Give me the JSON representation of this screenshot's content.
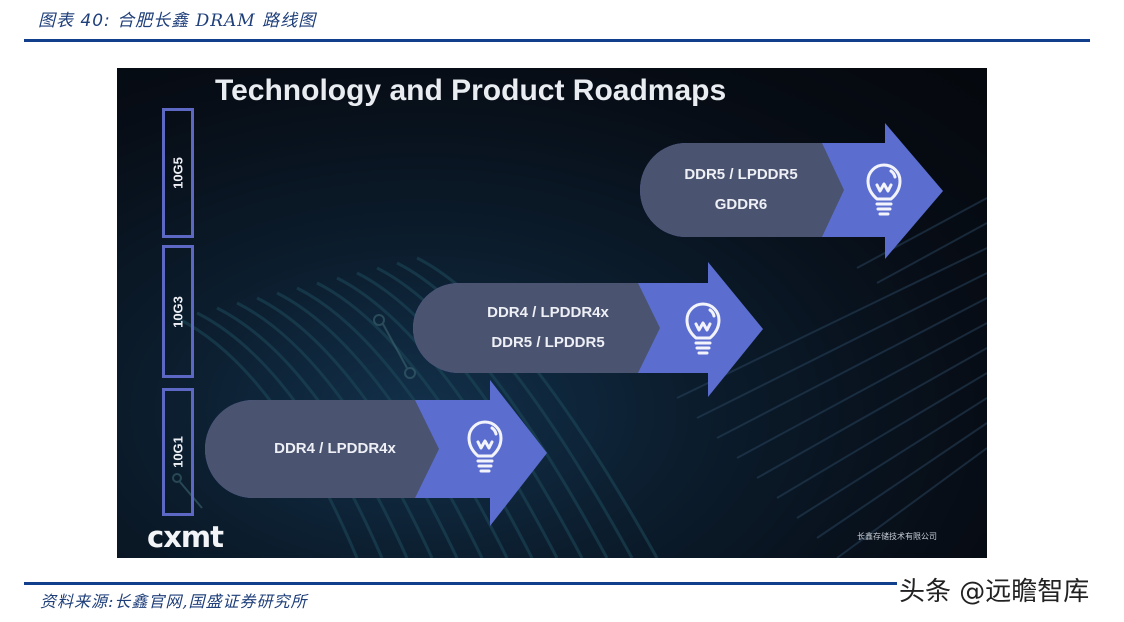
{
  "figure": {
    "label": "图表 40:",
    "label_prefix": "图表",
    "label_number": "40:",
    "title": "合肥长鑫 DRAM 路线图"
  },
  "slide": {
    "title": "Technology and Product Roadmaps",
    "logo": "cxmt",
    "company_name": "长鑫存储技术有限公司",
    "colors": {
      "background": "#070d16",
      "node_border": "#5d67c4",
      "pill_body": "#4a5370",
      "arrow_head": "#5b6ed0",
      "text": "#eef0f5"
    },
    "process_nodes": [
      {
        "label": "10G5"
      },
      {
        "label": "10G3"
      },
      {
        "label": "10G1"
      }
    ],
    "roadmap": [
      {
        "node": "10G1",
        "lines": [
          "DDR4 / LPDDR4x"
        ],
        "icon": "lightbulb-icon"
      },
      {
        "node": "10G3",
        "lines": [
          "DDR4 / LPDDR4x",
          "DDR5 / LPDDR5"
        ],
        "icon": "lightbulb-icon"
      },
      {
        "node": "10G5",
        "lines": [
          "DDR5 / LPDDR5",
          "GDDR6"
        ],
        "icon": "lightbulb-icon"
      }
    ]
  },
  "footer": {
    "source": "资料来源:长鑫官网,国盛证券研究所",
    "watermark": "头条 @远瞻智库"
  }
}
